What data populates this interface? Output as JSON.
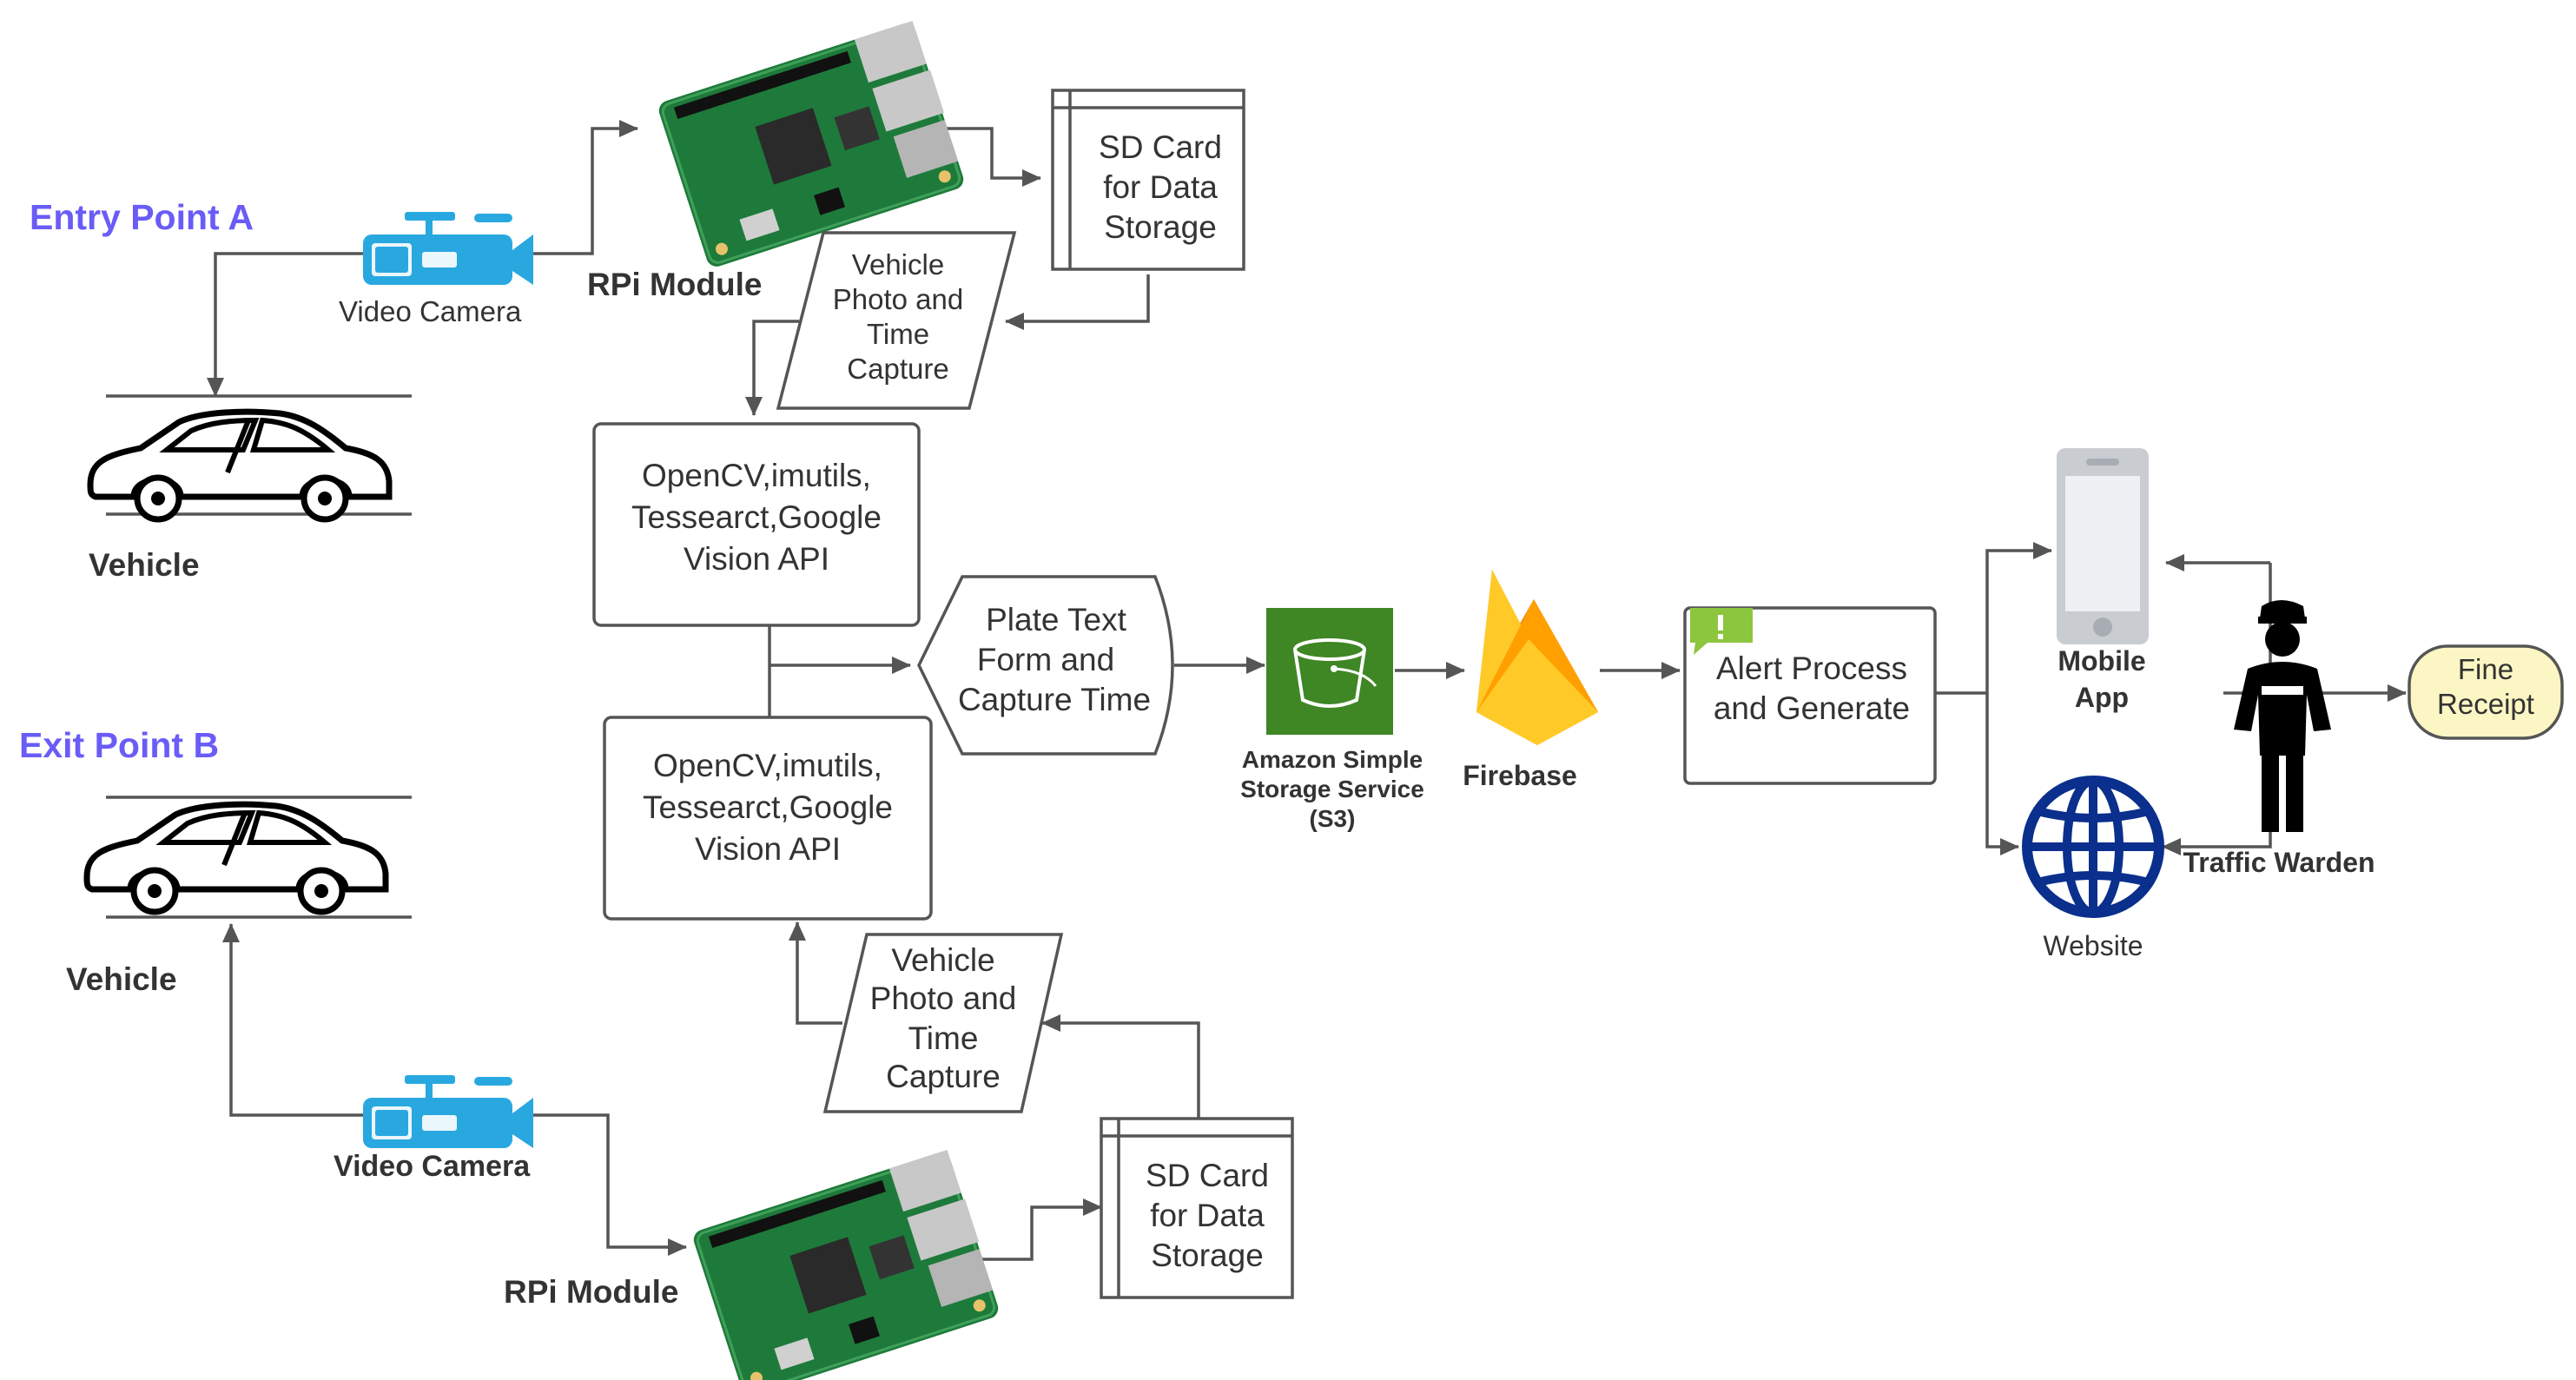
{
  "points": {
    "entry": "Entry Point A",
    "exit": "Exit Point B"
  },
  "labels": {
    "video_camera_top": "Video Camera",
    "video_camera_bottom": "Video Camera",
    "vehicle_top": "Vehicle",
    "vehicle_bottom": "Vehicle",
    "rpi_top": "RPi Module",
    "rpi_bottom": "RPi Module",
    "s3": [
      "Amazon Simple",
      "Storage Service",
      "(S3)"
    ],
    "firebase": "Firebase",
    "mobile_app": [
      "Mobile",
      "App"
    ],
    "website": "Website",
    "traffic_warden": "Traffic Warden"
  },
  "boxes": {
    "sd_card_top": [
      "SD Card",
      "for  Data",
      "Storage"
    ],
    "sd_card_bottom": [
      "SD Card",
      "for  Data",
      "Storage"
    ],
    "capture_top": [
      "Vehicle",
      "Photo and",
      "Time",
      "Capture"
    ],
    "capture_bottom": [
      "Vehicle",
      "Photo and",
      "Time",
      "Capture"
    ],
    "ocr_top": [
      "OpenCV,imutils,",
      "Tessearct,Google",
      "Vision API"
    ],
    "ocr_bottom": [
      "OpenCV,imutils,",
      "Tessearct,Google",
      "Vision API"
    ],
    "plate_text": [
      "Plate Text",
      "Form and",
      "Capture Time"
    ],
    "alert": [
      "Alert Process",
      "and Generate"
    ],
    "fine_receipt": [
      "Fine",
      "Receipt"
    ]
  },
  "colors": {
    "camera": "#29a8e0",
    "s3": "#3f8624",
    "firebase_orange": "#f5820d",
    "firebase_yellow": "#ffca28",
    "website": "#0a2f8c",
    "alert_badge": "#8cc63f",
    "fine_receipt": "#fbf6c3",
    "point_label": "#6a5cf6"
  },
  "icons": [
    "video-camera-icon",
    "car-icon",
    "raspberry-pi-board-icon",
    "aws-s3-bucket-icon",
    "firebase-flame-icon",
    "mobile-phone-icon",
    "globe-icon",
    "traffic-warden-icon",
    "alert-badge-icon"
  ]
}
